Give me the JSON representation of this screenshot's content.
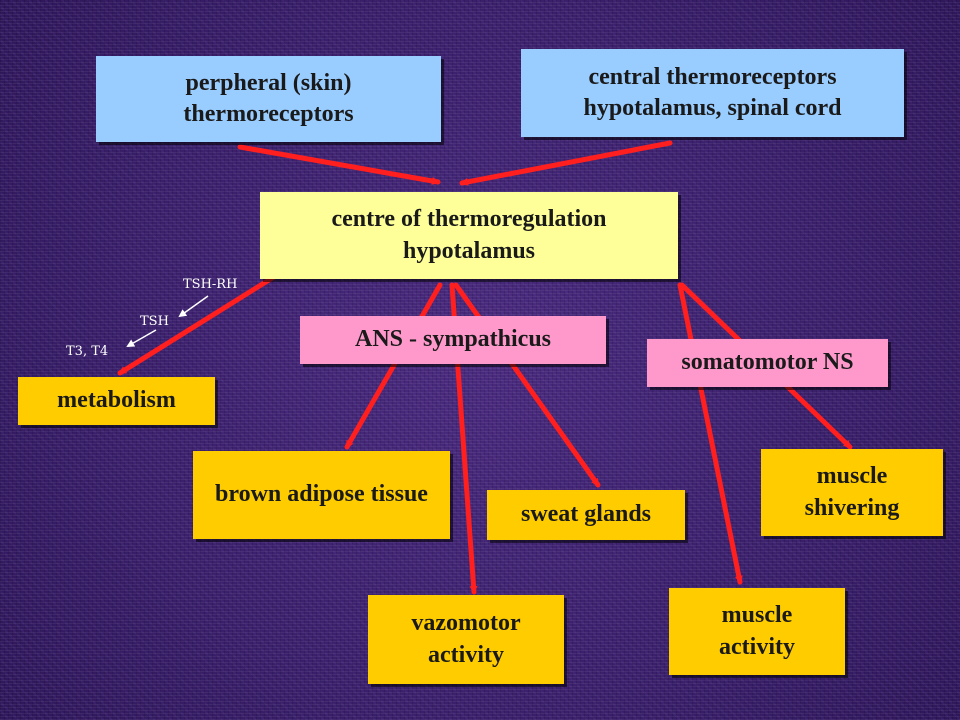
{
  "colors": {
    "background": "#3a1f6a",
    "arrow": "#ff1f1f",
    "receptor_box": "#99ccff",
    "centre_box": "#ffff99",
    "nervous_system_box": "#ff99cc",
    "effector_box": "#ffcc00"
  },
  "receptors": {
    "peripheral": "perpheral (skin) thermoreceptors",
    "central": "central thermoreceptors hypotalamus, spinal cord"
  },
  "centre": "centre of thermoregulation hypotalamus",
  "nervous_systems": {
    "ans": "ANS - sympathicus",
    "somatomotor": "somatomotor NS"
  },
  "hormones": {
    "tsh_rh": "TSH-RH",
    "tsh": "TSH",
    "t3_t4": "T3, T4"
  },
  "effectors": {
    "metabolism": "metabolism",
    "brown_adipose": "brown adipose tissue",
    "sweat_glands": "sweat glands",
    "vazomotor": "vazomotor activity",
    "muscle_shivering": "muscle shivering",
    "muscle_activity": "muscle activity"
  }
}
